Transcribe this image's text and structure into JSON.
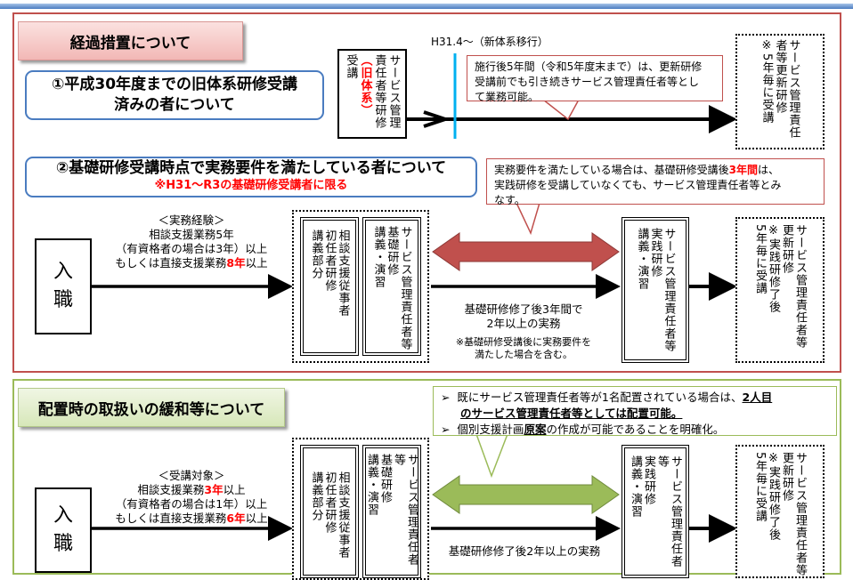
{
  "section1": {
    "title": "経過措置について",
    "item1": {
      "heading_l1": "①平成30年度までの旧体系研修受講",
      "heading_l2": "済みの者について",
      "old_box_a": "サービス管理",
      "old_box_b": "責任者等研修",
      "old_box_c": "（旧体系）",
      "old_box_d": "受講",
      "timeline_label": "H31.4～（新体系移行）",
      "callout_l1": "施行後5年間（令和5年度末まで）は、更新研修",
      "callout_l2": "受講前でも引き続きサービス管理責任者等とし",
      "callout_l3": "て業務可能。",
      "result_a": "サービス管理責任",
      "result_b": "者等更新研修",
      "result_c": "※5年毎に受講"
    },
    "item2": {
      "heading": "②基礎研修受講時点で実務要件を満たしている者について",
      "subheading": "※H31～R3の基礎研修受講者に限る",
      "callout_p1": "実務要件を満たしている場合は、基礎研修受講後",
      "callout_red": "3年間",
      "callout_p2": "は、",
      "callout_l2": "実践研修を受講していなくても、サービス管理責任者等とみ",
      "callout_l3": "なす。",
      "nyu_a": "入",
      "nyu_b": "職",
      "exp_title": "＜実務経験＞",
      "exp_l1": "相談支援業務5年",
      "exp_l2": "（有資格者の場合は3年）以上",
      "exp_l3_pre": "もしくは直接支援業務",
      "exp_l3_red": "8年",
      "exp_l3_post": "以上",
      "col1_a": "相談支援従事者",
      "col1_b": "初任者研修",
      "col1_c": "講義部分",
      "col2_a": "サービス管理責任者等",
      "col2_b": "基礎研修",
      "col2_c": "講義・演習",
      "mid_l1": "基礎研修修了後3年間で",
      "mid_l2": "2年以上の実務",
      "mid_note_l1": "※基礎研修受講後に実務要件を",
      "mid_note_l2": "満たした場合を含む。",
      "prac_a": "サービス管理責任者等",
      "prac_b": "実践研修",
      "prac_c": "講義・演習",
      "upd_a": "サービス管理責任者等",
      "upd_b": "更新研修",
      "upd_c": "※実践研修了後",
      "upd_d": "5年毎に受講"
    }
  },
  "section2": {
    "title": "配置時の取扱いの緩和等について",
    "bullet1_pre": "既にサービス管理責任者等が1名配置されている場合は、",
    "bullet1_u1": "2人目",
    "bullet1_u2": "のサービス管理責任者等としては配置可能。",
    "bullet2_pre": "個別支援計画",
    "bullet2_u": "原案",
    "bullet2_post": "の作成が可能であることを明確化。",
    "nyu_a": "入",
    "nyu_b": "職",
    "target_title": "＜受講対象＞",
    "t_l1_pre": "相談支援業務",
    "t_l1_red": "3年",
    "t_l1_post": "以上",
    "t_l2": "（有資格者の場合は1年）以上",
    "t_l3_pre": "もしくは直接支援業務",
    "t_l3_red": "6年",
    "t_l3_post": "以上",
    "col1_a": "相談支援従事者",
    "col1_b": "初任者研修",
    "col1_c": "講義部分",
    "col2_a": "サービス管理責任者等",
    "col2_b": "基礎研修",
    "col2_c": "講義・演習",
    "mid_l1": "基礎研修修了後2年以上の実務",
    "prac_a": "サービス管理責任者等",
    "prac_b": "実践研修",
    "prac_c": "講義・演習",
    "upd_a": "サービス管理責任者等",
    "upd_b": "更新研修",
    "upd_c": "※実践研修了後",
    "upd_d": "5年毎に受講"
  }
}
